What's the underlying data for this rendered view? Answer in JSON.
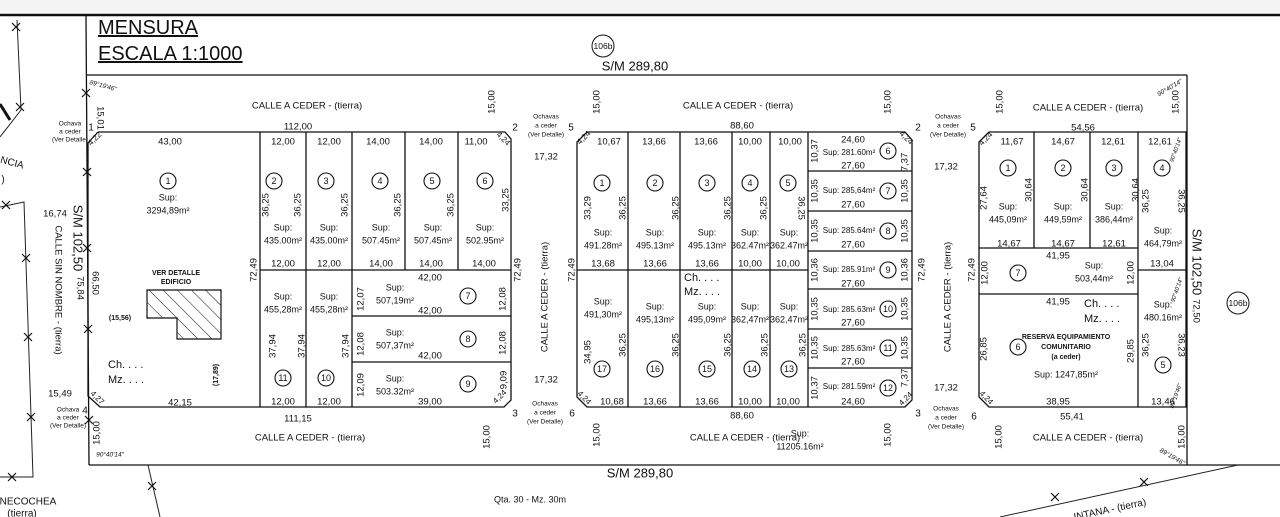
{
  "title": {
    "main": "MENSURA",
    "scale": "ESCALA 1:1000"
  },
  "parcel_tags": [
    "106b",
    "106b"
  ],
  "sm": {
    "top": "S/M 289,80",
    "bottom": "S/M 289,80",
    "left": "S/M 102,50",
    "right": "S/M 102,50",
    "right_dim": "72,50"
  },
  "streets": {
    "top": [
      "CALLE A CEDER - (tierra)",
      "CALLE A CEDER - (tierra)",
      "CALLE A CEDER - (tierra)"
    ],
    "bottom": [
      "CALLE A CEDER - (tierra)",
      "CALLE A CEDER - (tierra)",
      "CALLE A CEDER - (tierra)"
    ],
    "vertical": [
      "CALLE A CEDER - (tierra)",
      "CALLE A CEDER - (tierra)"
    ],
    "sin_nombre": [
      "CALLE SIN NOMBRE - (tierra)"
    ],
    "outside": [
      "NECOCHEA",
      "(tierra)",
      "NCIA",
      ")",
      "INTANA - (tierra)"
    ],
    "street_sup": [
      "Sup:",
      "11205.16m²"
    ]
  },
  "qta": [
    "Qta. 30 - Mz. 30m"
  ],
  "frontage_top": [
    "112,00",
    "88,60",
    "54,56"
  ],
  "frontage_bottom": [
    "111,15",
    "88,60",
    "55,41"
  ],
  "street_widths": [
    "15,01",
    "15,00",
    "15,00",
    "15,00",
    "15,00",
    "15,00",
    "15,00",
    "15,00",
    "15,00",
    "15,00",
    "15,00",
    "15,00"
  ],
  "block_depths": [
    "72,49",
    "72,49",
    "72,49",
    "72,49",
    "72,49"
  ],
  "ochava_dims": [
    "17,32",
    "17,32",
    "17,32",
    "17,32"
  ],
  "left_dims": [
    "16,74",
    "15,49",
    "75,84",
    "66,50"
  ],
  "corner_numbers": [
    "1",
    "2",
    "4",
    "3",
    "5",
    "2",
    "6",
    "3",
    "5",
    "6"
  ],
  "angles": [
    "89°19'46\"",
    "90°40'14\"",
    "90°40'14\"",
    "89°19'46\""
  ],
  "ochavas": [
    [
      "Ochava",
      "a ceder",
      "(Ver Detalle)"
    ],
    [
      "Ochava",
      "a ceder",
      "(Ver Detalle)"
    ],
    [
      "Ochavas",
      "a ceder",
      "(Ver Detalle)"
    ],
    [
      "Ochavas",
      "a ceder",
      "(Ver Detalle)"
    ],
    [
      "Ochavas",
      "a ceder",
      "(Ver Detalle)"
    ],
    [
      "Ochavas",
      "a ceder",
      "(Ver Detalle)"
    ]
  ],
  "common": {
    "sup_label": "Sup:",
    "ch": "Ch.  . . .",
    "mz": "Mz.  . . ."
  },
  "block1": {
    "top_dims": [
      "43,00",
      "12,00",
      "12,00",
      "14,00",
      "14,00",
      "11,00"
    ],
    "chamfers": [
      "4,22",
      "4,24",
      "4,27",
      "4,24"
    ],
    "lots": [
      "1",
      "2",
      "3",
      "4",
      "5",
      "6",
      "7",
      "8",
      "9",
      "10",
      "11"
    ],
    "side_dims": [
      "36,25",
      "36,25",
      "36,25",
      "36,25",
      "36,25",
      "33,25"
    ],
    "sup_values": [
      "3294,89m²",
      "435.00m²",
      "435.00m²",
      "507.45m²",
      "507.45m²",
      "502.95m²",
      "455,28m²",
      "455,28m²",
      "507,19m²",
      "507,37m²",
      "503.32m²"
    ],
    "mid_dims": [
      "12,00",
      "12,00",
      "14,00",
      "14,00",
      "14,00"
    ],
    "lot_row_dims": [
      "42,00",
      "42,00",
      "42,00",
      "39,00"
    ],
    "lot_side_dims": [
      "12,07",
      "12,08",
      "12,08",
      "12,08",
      "12,09",
      "9,09"
    ],
    "lower_side": [
      "37,94",
      "37,94",
      "37,94"
    ],
    "bottom_dims": [
      "12,00",
      "12,00",
      "42,15"
    ],
    "building": [
      "VER DETALLE",
      "EDIFICIO",
      "(15,56)",
      "(17,89)"
    ]
  },
  "block2": {
    "top_dims": [
      "10,67",
      "13,66",
      "13,66",
      "10,00",
      "10,00"
    ],
    "chamfers": [
      "4,24",
      "4,24",
      "4,24",
      "4,24"
    ],
    "lots": [
      "1",
      "2",
      "3",
      "4",
      "5",
      "6",
      "7",
      "8",
      "9",
      "10",
      "11",
      "12",
      "13",
      "14",
      "15",
      "16",
      "17"
    ],
    "side_upper": [
      "33,29",
      "36,25",
      "36,25",
      "36,25",
      "36,25",
      "36,25"
    ],
    "sup_upper": [
      "491.28m²",
      "495.13m²",
      "495.13m²",
      "362.47m²",
      "362.47m²"
    ],
    "mid_dims": [
      "13,68",
      "13,66",
      "13,66",
      "10,00",
      "10,00"
    ],
    "sup_lower": [
      "491,30m²",
      "495,13m²",
      "495,09m²",
      "362,47m²",
      "362,47m²"
    ],
    "side_lower": [
      "34,95",
      "36,25",
      "36,25",
      "36,25",
      "36,25",
      "36,25"
    ],
    "bottom_dims": [
      "10,68",
      "13,66",
      "13,66",
      "10,00",
      "10,00"
    ],
    "row_sups": [
      "Sup: 281.60m²",
      "Sup: 285,64m²",
      "Sup: 285.64m²",
      "Sup: 285.91m²",
      "Sup: 285.63m²",
      "Sup: 285.63m²",
      "Sup: 281.59m²"
    ],
    "row_widths": [
      "24,60",
      "27,60",
      "27,60",
      "27,60",
      "27,60",
      "27,60",
      "27,60",
      "24,60"
    ],
    "row_left": [
      "10,37",
      "10,35",
      "10,35",
      "10,36",
      "10,35",
      "10,35",
      "10,37"
    ],
    "row_right": [
      "7,37",
      "10,35",
      "10,35",
      "10,36",
      "10,35",
      "10,35",
      "7,37"
    ]
  },
  "block3": {
    "top_dims": [
      "11,67",
      "14,67",
      "12,61",
      "12,61"
    ],
    "chamfers": [
      "4,24",
      "4,24"
    ],
    "lots": [
      "1",
      "2",
      "3",
      "4",
      "5",
      "6",
      "7"
    ],
    "side": [
      "27,64",
      "30,64",
      "30,64",
      "30,64",
      "36,25",
      "36,25",
      "12,00",
      "12,00",
      "26,85",
      "29,85",
      "36,25",
      "36,23"
    ],
    "sup_values": [
      "445,09m²",
      "449,59m²",
      "386,44m²",
      "464,79m²",
      "503,44m²",
      "480.16m²"
    ],
    "row_dims": [
      "14,67",
      "14,67",
      "12,61",
      "13,04",
      "41,95",
      "41,95",
      "38,95",
      "13,46"
    ],
    "reserva": [
      "RESERVA EQUIPAMIENTO",
      "COMUNITARIO",
      "(a ceder)",
      "Sup: 1247,85m²"
    ],
    "angles": [
      "90°40'14\"",
      "90°40'14\"",
      "89°19'46\""
    ]
  }
}
